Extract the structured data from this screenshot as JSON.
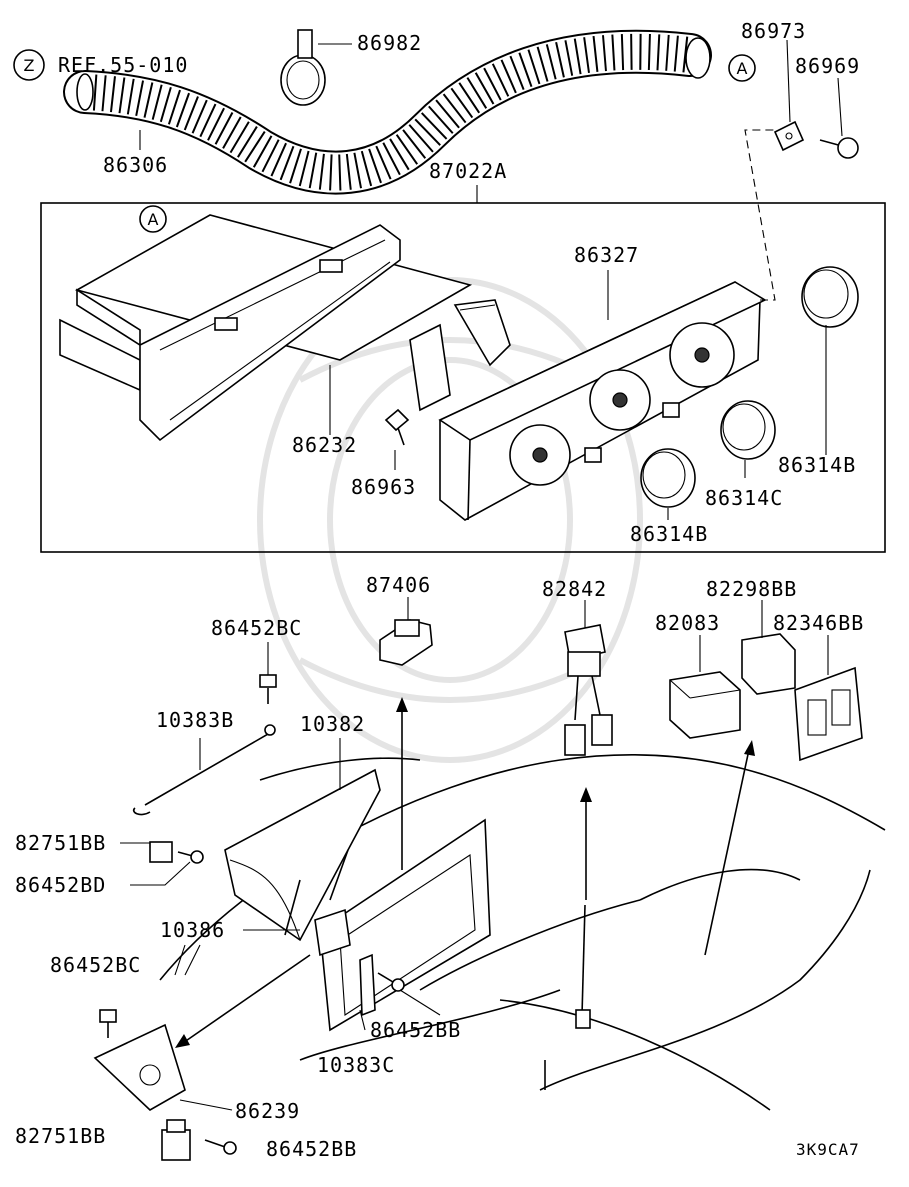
{
  "diagram": {
    "ref_code": "3K9CA7",
    "ref_marker_z": "Z",
    "ref_label": "REF.55-010",
    "circle_a": "A",
    "labels": [
      "86982",
      "86973",
      "86969",
      "86306",
      "87022A",
      "86327",
      "86232",
      "86963",
      "86314B",
      "86314C",
      "86314B",
      "87406",
      "82842",
      "82298BB",
      "86452BC",
      "82083",
      "82346BB",
      "10383B",
      "10382",
      "82751BB",
      "86452BD",
      "10386",
      "86452BC",
      "86452BB",
      "10383C",
      "86239",
      "82751BB",
      "86452BB"
    ]
  }
}
